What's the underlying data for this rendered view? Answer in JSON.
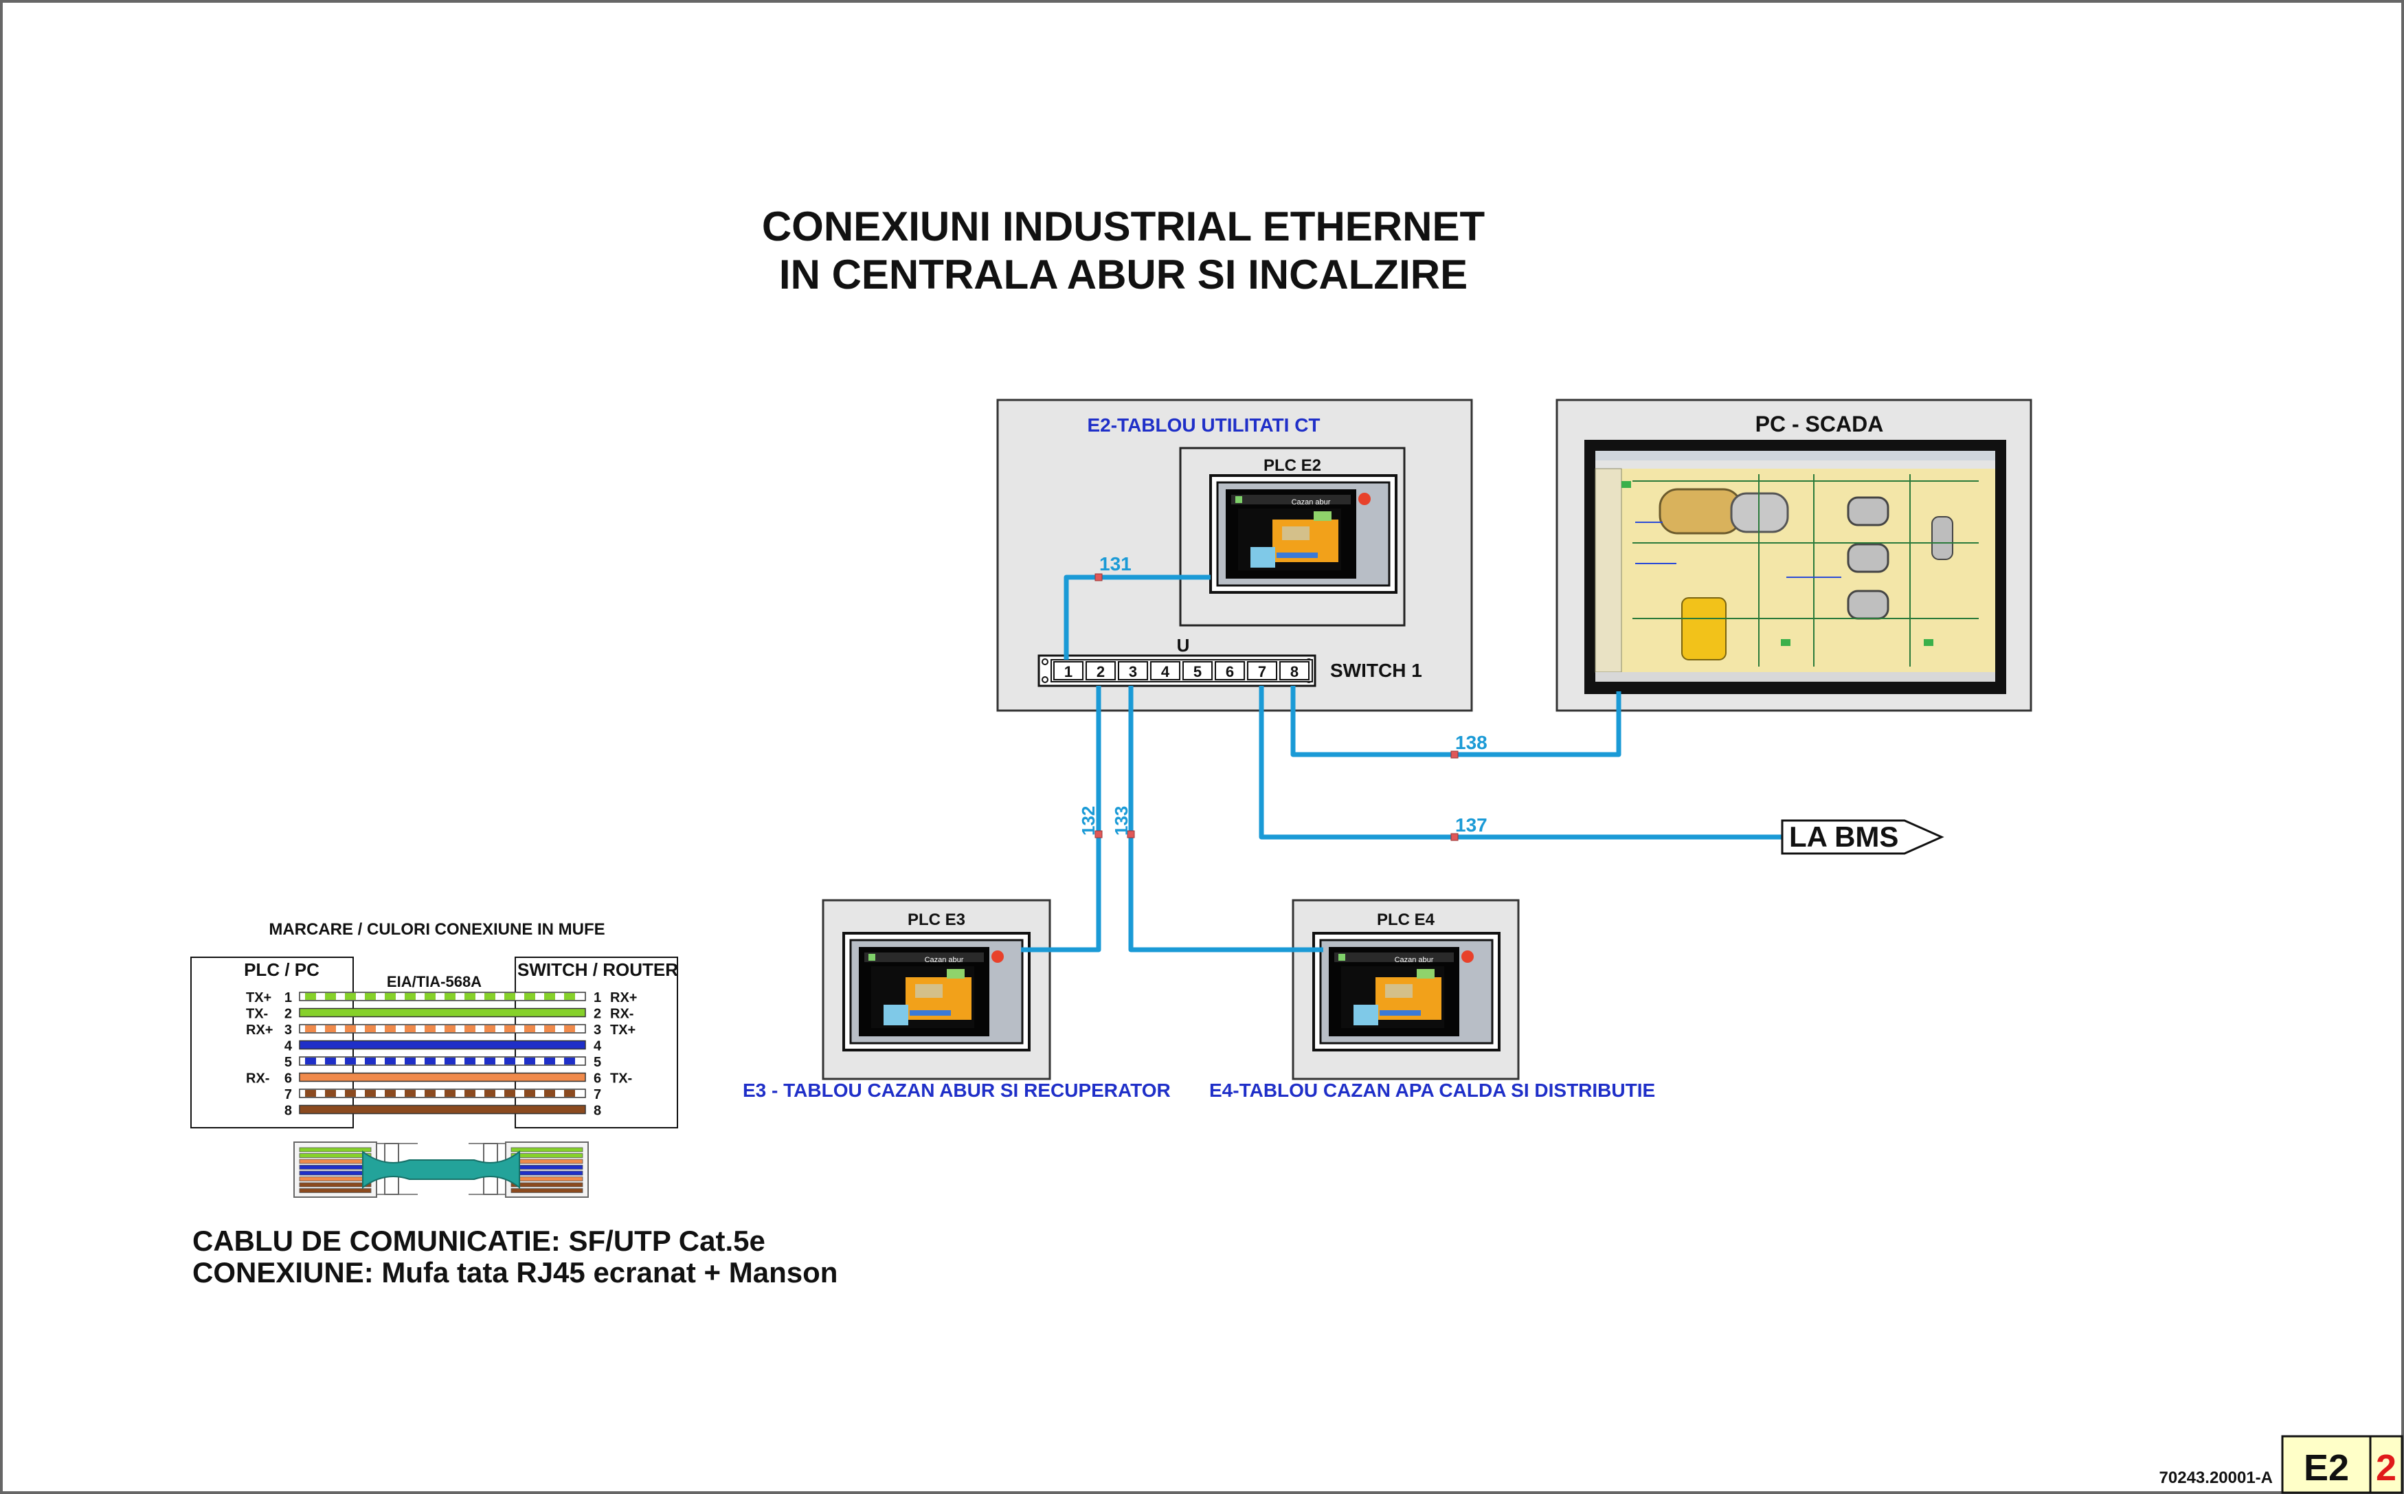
{
  "title": {
    "line1": "CONEXIUNI INDUSTRIAL ETHERNET",
    "line2": "IN CENTRALA ABUR SI INCALZIRE"
  },
  "panels": {
    "e2": {
      "label": "E2-TABLOU UTILITATI CT",
      "plc": "PLC E2"
    },
    "pc": {
      "label": "PC - SCADA"
    },
    "e3": {
      "plc": "PLC E3",
      "caption": "E3 - TABLOU CAZAN ABUR SI RECUPERATOR"
    },
    "e4": {
      "plc": "PLC E4",
      "caption": "E4-TABLOU CAZAN APA CALDA SI DISTRIBUTIE"
    }
  },
  "hmi": {
    "screen_title": "Cazan abur"
  },
  "switch": {
    "label": "SWITCH 1",
    "top_mark": "U",
    "ports": [
      "1",
      "2",
      "3",
      "4",
      "5",
      "6",
      "7",
      "8"
    ]
  },
  "cables": {
    "c131": "131",
    "c132": "132",
    "c133": "133",
    "c137": "137",
    "c138": "138"
  },
  "bms": {
    "label": "LA BMS"
  },
  "wiring": {
    "title": "MARCARE / CULORI CONEXIUNE IN MUFE",
    "left_header": "PLC / PC",
    "middle_header": "EIA/TIA-568A",
    "right_header": "SWITCH / ROUTER",
    "left_signals": [
      "TX+",
      "TX-",
      "RX+",
      "",
      "",
      "RX-",
      "",
      ""
    ],
    "right_signals": [
      "RX+",
      "RX-",
      "TX+",
      "",
      "",
      "TX-",
      "",
      ""
    ],
    "pins": [
      "1",
      "2",
      "3",
      "4",
      "5",
      "6",
      "7",
      "8"
    ]
  },
  "wire_colors": [
    {
      "base": "#ffffff",
      "stripe": "#86d12a"
    },
    {
      "base": "#86d12a",
      "stripe": "#86d12a"
    },
    {
      "base": "#ffffff",
      "stripe": "#f08a4b"
    },
    {
      "base": "#1f2fc8",
      "stripe": "#1f2fc8"
    },
    {
      "base": "#ffffff",
      "stripe": "#1f2fc8"
    },
    {
      "base": "#f08a4b",
      "stripe": "#f08a4b"
    },
    {
      "base": "#ffffff",
      "stripe": "#8b4a1f"
    },
    {
      "base": "#8b4a1f",
      "stripe": "#8b4a1f"
    }
  ],
  "cable_info": {
    "line1": "CABLU DE COMUNICATIE: SF/UTP Cat.5e",
    "line2": "CONEXIUNE: Mufa tata RJ45 ecranat + Manson"
  },
  "footer": {
    "doc_number": "70243.20001-A",
    "sheet_id": "E2",
    "sheet_num": "2"
  },
  "colors": {
    "cable": "#1a9ad6",
    "panel_fill": "#e6e6e6",
    "label_blue": "#1f2fc8",
    "border": "#333333",
    "sheet_red": "#e01a1a"
  }
}
